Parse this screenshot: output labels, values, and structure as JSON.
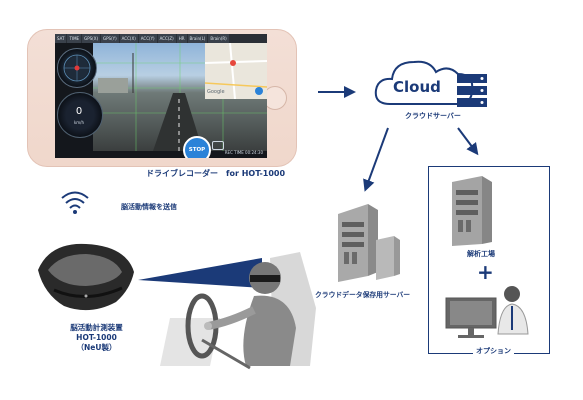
{
  "app": {
    "tabs": [
      "SAT",
      "TIME",
      "GPS(X)",
      "GPS(Y)",
      "ACC(X)",
      "ACC(Y)",
      "ACC(Z)",
      "HR",
      "Brain(L)",
      "Brain(R)"
    ],
    "speed_value": "0",
    "speed_unit": "km/h",
    "stop_label": "STOP",
    "map_brand": "Google",
    "status": "REC TIME 00:24:30"
  },
  "labels": {
    "phone_caption": "ドライブレコーダー　for HOT-1000",
    "cloud_word": "Cloud",
    "cloud_server": "クラウドサーバー",
    "brain_info": "脳活動情報を送信",
    "device_line1": "脳活動計測装置",
    "device_line2": "HOT-1000",
    "device_line3": "（NeU製）",
    "storage_server": "クラウドデータ保存用サーバー",
    "analysis_factory": "解析工場",
    "plus": "+",
    "option": "オプション"
  },
  "colors": {
    "brand_navy": "#1b3a78",
    "phone_body": "#f0d7cb",
    "stop_button": "#2a82d8"
  }
}
